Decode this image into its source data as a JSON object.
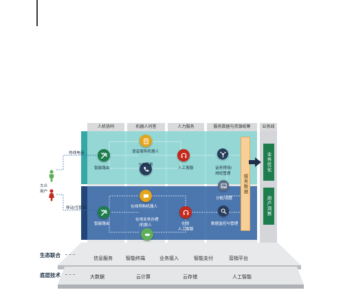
{
  "headers": {
    "col1": "人机协同",
    "col2": "机器人问答",
    "col3": "人力服务",
    "col4": "服务数据与资源统筹",
    "col5": "业务线"
  },
  "actors": {
    "group_label_line1": "大众",
    "group_label_line2": "用户",
    "channel_top": "热线电话",
    "channel_bottom": "移动/互联网"
  },
  "top_row": {
    "routing": "智能路由",
    "voice_robot": "语音服务机器人",
    "ivr": "IVR菜单",
    "human": "人工客服",
    "dispatch": "话务预测/排班管理"
  },
  "bottom_row": {
    "routing": "智能路由",
    "nav_robot": "在线导购机器人",
    "online_robot": "在线业务办理/机器人",
    "online_human": "在线人工客服",
    "distribute": "分配/调度",
    "monitor": "数据监控与管理"
  },
  "center_bar": "服务数据",
  "right_top": "业务优化",
  "right_bottom": "用户洞察",
  "ecosystem": {
    "label": "生态联合",
    "items": [
      "信息服务",
      "智能终端",
      "业务接入",
      "智能支付",
      "营销平台"
    ]
  },
  "base": {
    "label": "底层技术",
    "items": [
      "大数据",
      "云计算",
      "云存储",
      "人工智能"
    ]
  },
  "colors": {
    "top_band": "#7dd3cf",
    "bottom_band": "#3566a6",
    "green_icon": "#1e7d4d",
    "red_icon": "#c4291d",
    "yellow_icon": "#e6a41a",
    "navy_icon": "#283c5c",
    "orange_bar": "#f7cf97"
  },
  "icons": [
    "tools-icon",
    "document-icon",
    "phone-icon",
    "headset-icon",
    "network-icon",
    "chat-icon",
    "image-icon",
    "handshake-icon",
    "search-icon",
    "person-icon"
  ]
}
